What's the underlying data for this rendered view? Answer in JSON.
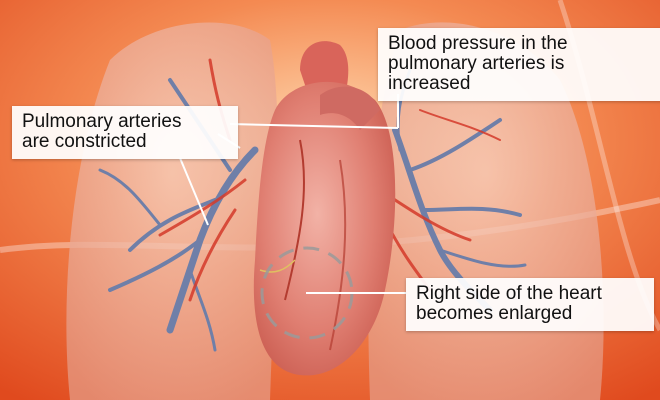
{
  "callouts": {
    "pulmonary_pressure": {
      "lines": [
        "Blood pressure in the",
        "pulmonary arteries is",
        "increased"
      ]
    },
    "arteries_constricted": {
      "lines": [
        "Pulmonary arteries",
        "are constricted"
      ]
    },
    "heart_enlarged": {
      "lines": [
        "Right side of the heart",
        "becomes enlarged"
      ]
    }
  },
  "colors": {
    "background": "#e85a2a",
    "lung": "#f2b8a6",
    "heart": "#e3837a",
    "artery_blue": "#6f7fa8",
    "artery_red": "#d43a2a",
    "callout_bg": "#ffffff",
    "leader_line": "#ffffff"
  }
}
